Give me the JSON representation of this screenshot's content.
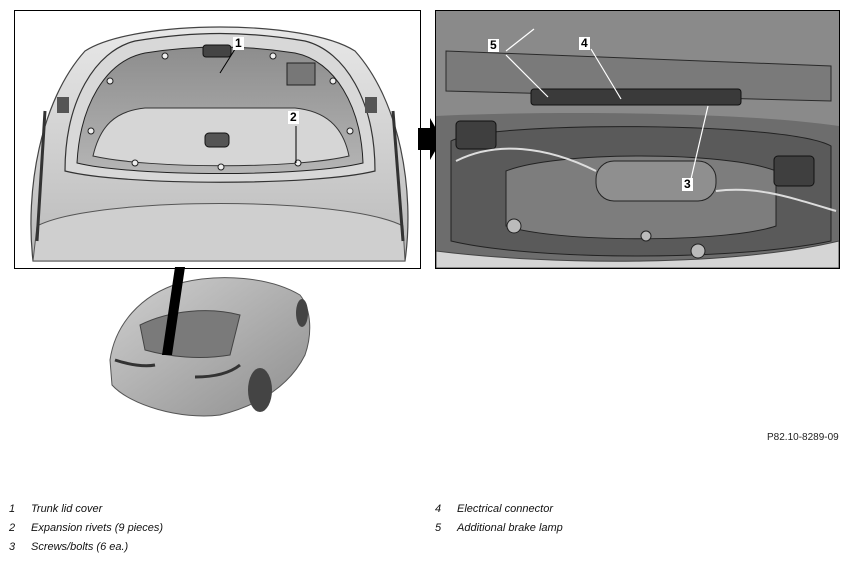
{
  "callouts": {
    "c1": "1",
    "c2": "2",
    "c3": "3",
    "c4": "4",
    "c5": "5"
  },
  "figure_ref": "P82.10-8289-09",
  "legend": [
    {
      "num": "1",
      "text": "Trunk lid cover"
    },
    {
      "num": "2",
      "text": "Expansion rivets (9 pieces)"
    },
    {
      "num": "3",
      "text": "Screws/bolts (6 ea.)"
    },
    {
      "num": "4",
      "text": "Electrical connector"
    },
    {
      "num": "5",
      "text": "Additional brake lamp"
    }
  ]
}
